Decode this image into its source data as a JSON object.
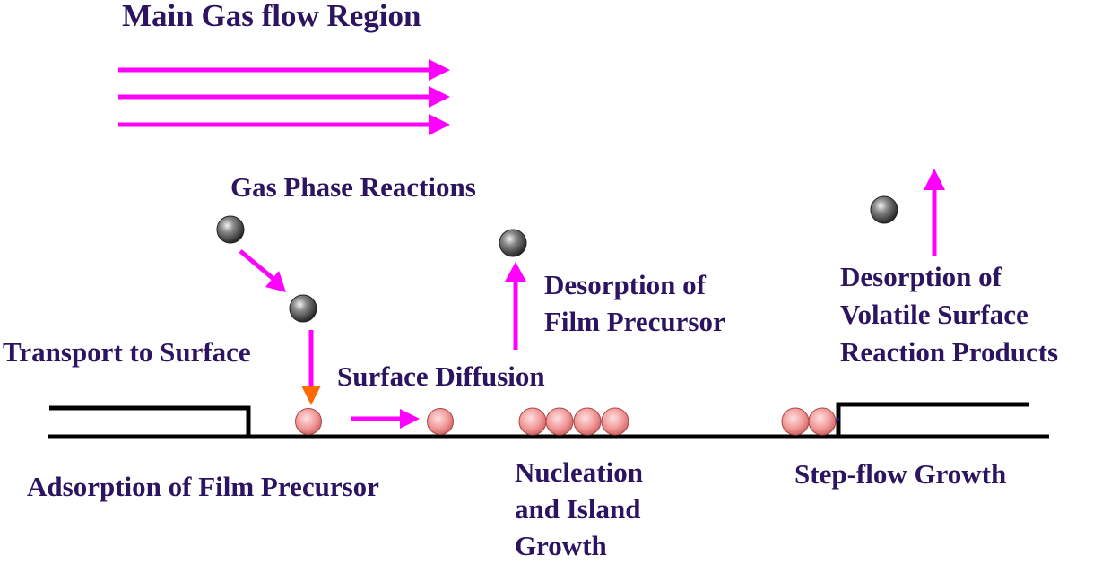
{
  "colors": {
    "text": "#2c1460",
    "arrow": "#ff00ff",
    "adsorption_arrow": "#ff6a00",
    "surface": "#000000",
    "precursor_atom": "#f2a0a0",
    "gas_molecule": "#3c3c3c"
  },
  "labels": {
    "main_gas_flow": "Main Gas flow Region",
    "gas_phase_reactions": "Gas Phase Reactions",
    "transport_to_surface": "Transport to Surface",
    "surface_diffusion": "Surface Diffusion",
    "adsorption": "Adsorption of Film Precursor",
    "desorption_film": [
      "Desorption of",
      "Film Precursor"
    ],
    "nucleation": [
      "Nucleation",
      "and Island",
      "Growth"
    ],
    "step_flow": "Step-flow Growth",
    "desorption_volatile": [
      "Desorption of",
      "Volatile Surface",
      "Reaction Products"
    ]
  },
  "icons": {
    "gas_molecule": "dark-sphere-icon",
    "precursor_atom": "pink-sphere-icon",
    "flow_arrow": "right-arrow-icon",
    "desorption_arrow": "up-arrow-icon"
  }
}
